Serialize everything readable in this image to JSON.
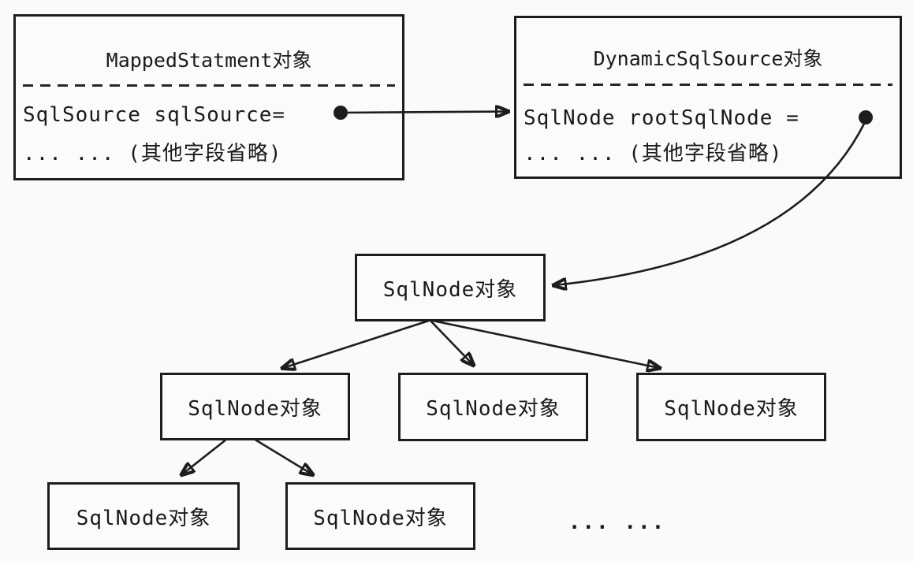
{
  "boxes": {
    "mapped_statement": {
      "title": "MappedStatment对象",
      "field": "SqlSource sqlSource=",
      "ellipsis": "... ... (其他字段省略)"
    },
    "dynamic_sql_source": {
      "title": "DynamicSqlSource对象",
      "field": "SqlNode rootSqlNode =",
      "ellipsis": "... ... (其他字段省略)"
    }
  },
  "tree": {
    "root": {
      "label": "SqlNode对象"
    },
    "level2": [
      {
        "label": "SqlNode对象"
      },
      {
        "label": "SqlNode对象"
      },
      {
        "label": "SqlNode对象"
      }
    ],
    "level3": [
      {
        "label": "SqlNode对象"
      },
      {
        "label": "SqlNode对象"
      }
    ],
    "more_label": "... ..."
  },
  "colors": {
    "ink": "#1d1d1d",
    "paper": "#fbfaf8",
    "box_fill": "#fcfbf9"
  }
}
